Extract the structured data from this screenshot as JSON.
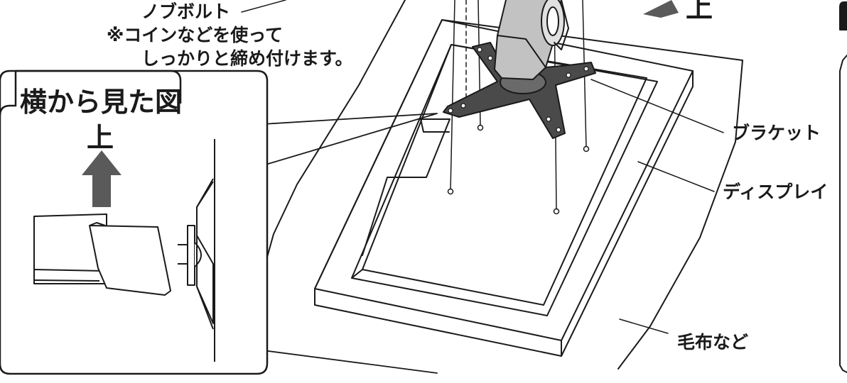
{
  "labels": {
    "knob_bolt": "ノブボルト",
    "coin_note_line1": "※コインなどを使って",
    "coin_note_line2": "しっかりと締め付けます。",
    "side_view_title": "横から見た図",
    "side_view_up": "上",
    "top_up": "上",
    "bracket": "ブラケット",
    "display": "ディスプレイ",
    "blanket": "毛布など"
  },
  "colors": {
    "line": "#1a1a1a",
    "bracket_fill": "#4a4a4a",
    "arrow_fill": "#5a5a5a",
    "stand_fill": "#c2c2c2",
    "panel_bg": "#ffffff"
  }
}
